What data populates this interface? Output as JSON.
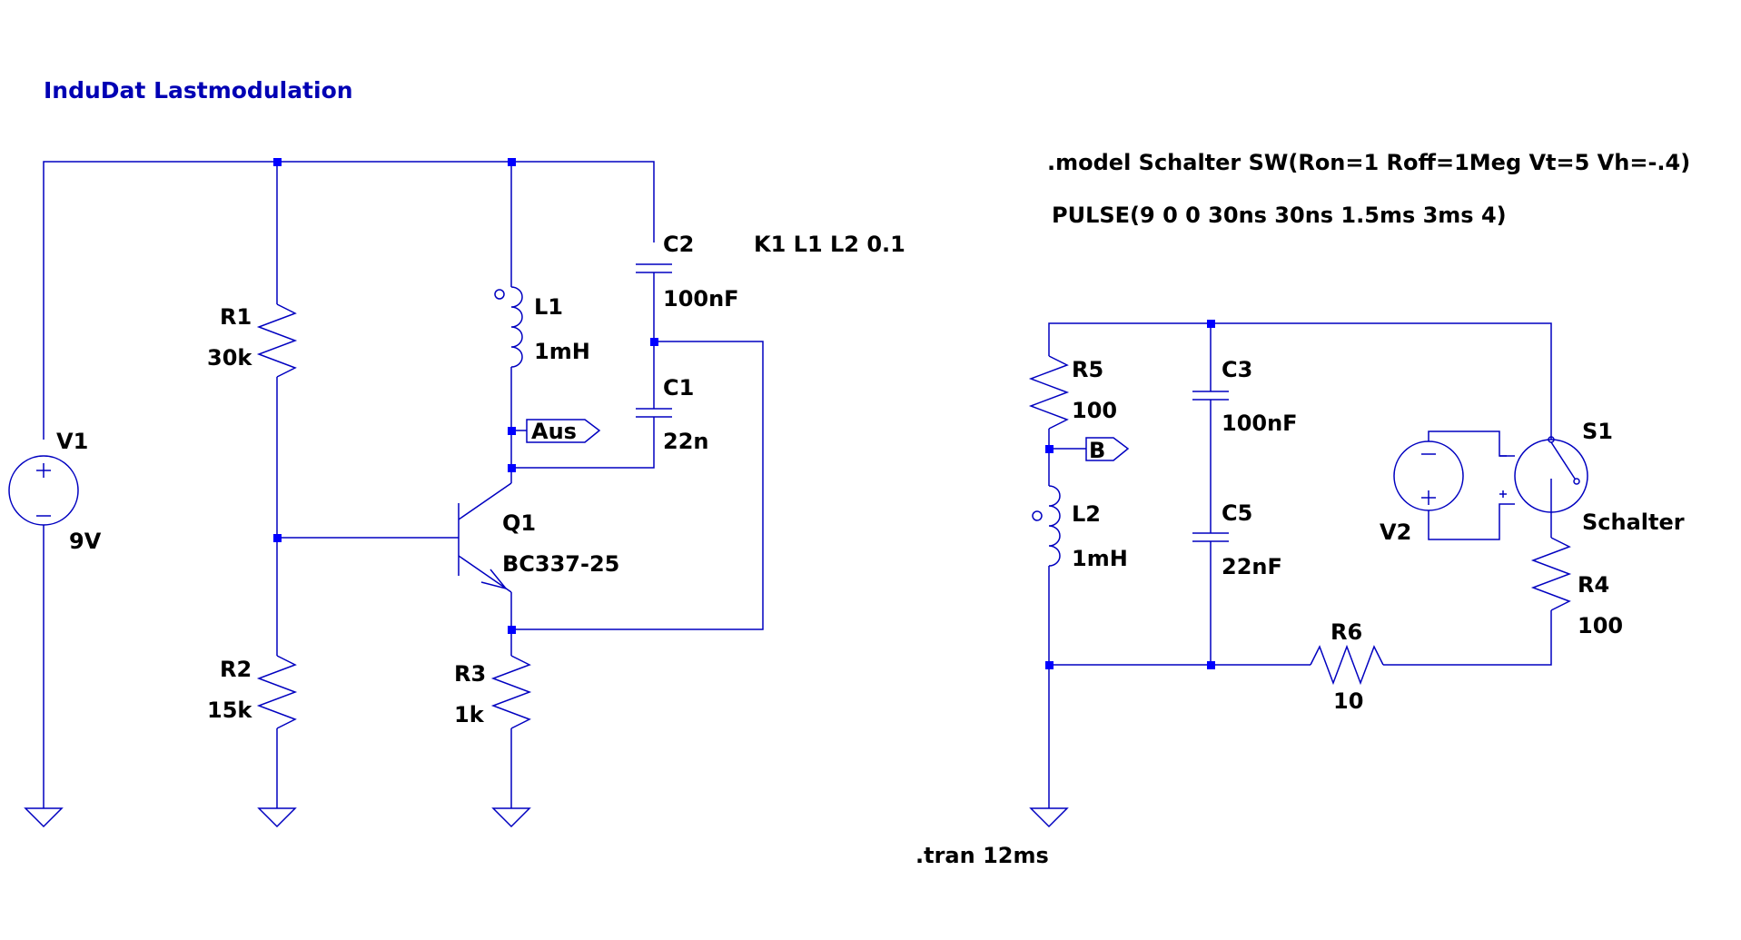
{
  "title": "InduDat Lastmodulation",
  "directives": {
    "model": ".model Schalter SW(Ron=1 Roff=1Meg Vt=5 Vh=-.4)",
    "pulse": "PULSE(9 0 0 30ns 30ns 1.5ms 3ms 4)",
    "coupling": "K1 L1 L2 0.1",
    "tran": ".tran 12ms"
  },
  "components": {
    "V1": {
      "name": "V1",
      "value": "9V"
    },
    "R1": {
      "name": "R1",
      "value": "30k"
    },
    "R2": {
      "name": "R2",
      "value": "15k"
    },
    "R3": {
      "name": "R3",
      "value": "1k"
    },
    "L1": {
      "name": "L1",
      "value": "1mH"
    },
    "C1": {
      "name": "C1",
      "value": "22n"
    },
    "C2": {
      "name": "C2",
      "value": "100nF"
    },
    "Q1": {
      "name": "Q1",
      "value": "BC337-25"
    },
    "R4": {
      "name": "R4",
      "value": "100"
    },
    "R5": {
      "name": "R5",
      "value": "100"
    },
    "R6": {
      "name": "R6",
      "value": "10"
    },
    "L2": {
      "name": "L2",
      "value": "1mH"
    },
    "C3": {
      "name": "C3",
      "value": "100nF"
    },
    "C5": {
      "name": "C5",
      "value": "22nF"
    },
    "S1": {
      "name": "S1",
      "value": "Schalter"
    },
    "V2": {
      "name": "V2"
    }
  },
  "net_labels": {
    "aus": "Aus",
    "b": "B"
  },
  "colors": {
    "wire": "#0000c0",
    "junction": "#0000ff",
    "title": "#0000b4",
    "text": "#000000"
  }
}
